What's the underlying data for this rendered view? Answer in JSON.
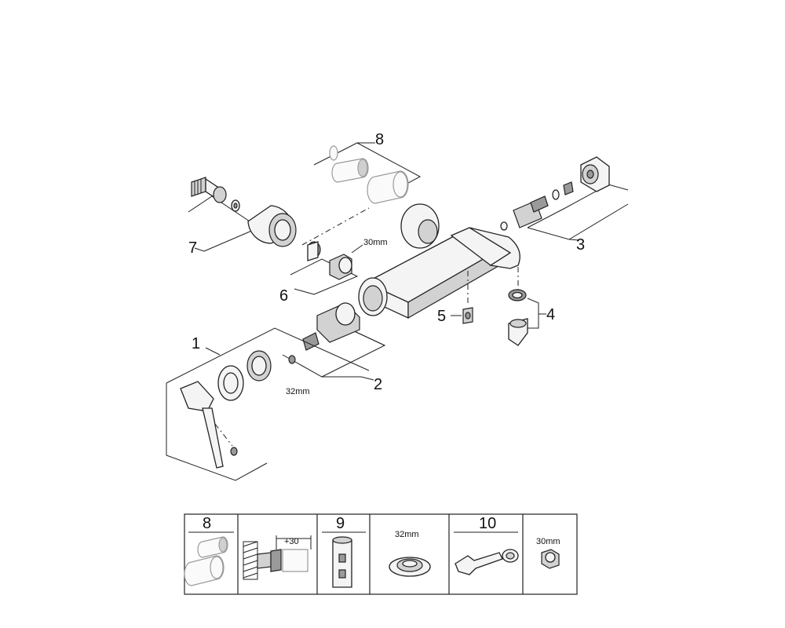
{
  "callouts": {
    "c1": "1",
    "c2": "2",
    "c3": "3",
    "c4": "4",
    "c5": "5",
    "c6": "6",
    "c7": "7",
    "c8": "8"
  },
  "dimensions": {
    "nut_top": "30mm",
    "nut_bottom": "32mm"
  },
  "legend": {
    "cell1_number": "8",
    "cell2_offset": "+30",
    "cell3_number": "9",
    "cell4_size": "32mm",
    "cell5_number": "10",
    "cell6_size": "30mm"
  }
}
